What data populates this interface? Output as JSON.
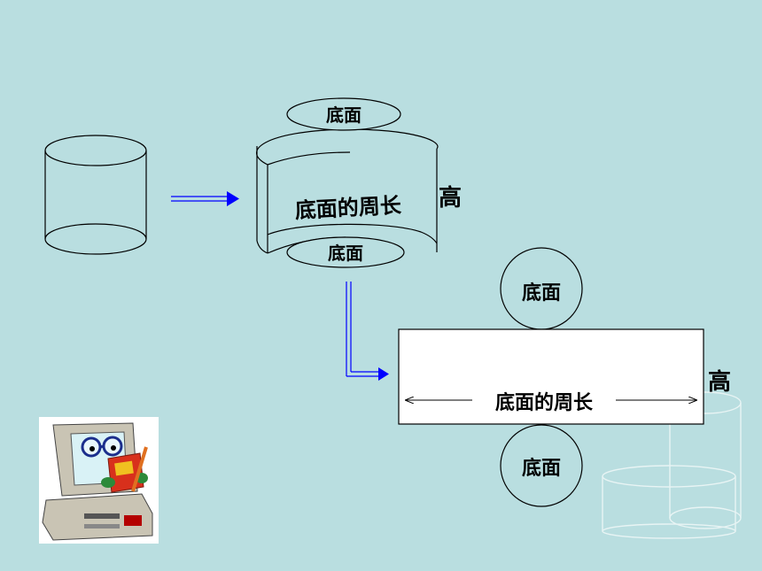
{
  "labels": {
    "base": "底面",
    "base_circumference": "底面的周长",
    "height": "高"
  },
  "colors": {
    "background": "#b9dee0",
    "arrow": "#0000ff",
    "outline": "#000000",
    "rectangle_fill": "#ffffff",
    "faint_cylinder": "#e8f4f4"
  },
  "icons": {
    "mascot": "computer-reading-book-mascot"
  }
}
